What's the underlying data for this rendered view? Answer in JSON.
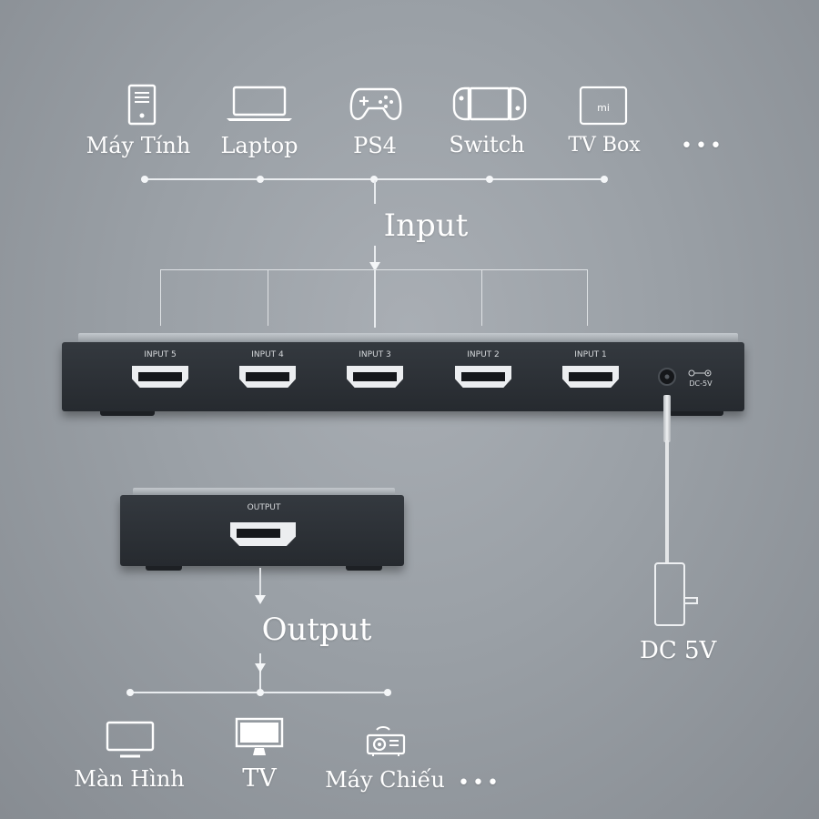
{
  "inputs": {
    "devices": [
      {
        "label": "Máy Tính",
        "icon": "desktop-tower-icon"
      },
      {
        "label": "Laptop",
        "icon": "laptop-icon"
      },
      {
        "label": "PS4",
        "icon": "gamepad-icon"
      },
      {
        "label": "Switch",
        "icon": "nintendo-switch-icon"
      },
      {
        "label": "TV Box",
        "icon": "tv-box-icon"
      }
    ],
    "more": "•••",
    "title": "Input"
  },
  "switch_box": {
    "ports": [
      "INPUT 5",
      "INPUT 4",
      "INPUT 3",
      "INPUT 2",
      "INPUT 1"
    ],
    "power_label": "DC-5V",
    "tvbox_logo": "mi"
  },
  "output_box": {
    "port": "OUTPUT"
  },
  "power": {
    "label": "DC 5V"
  },
  "outputs": {
    "title": "Output",
    "devices": [
      {
        "label": "Màn Hình",
        "icon": "monitor-icon"
      },
      {
        "label": "TV",
        "icon": "tv-icon"
      },
      {
        "label": "Máy Chiếu",
        "icon": "projector-icon"
      }
    ],
    "more": "•••"
  },
  "colors": {
    "background": "#9aa0a6",
    "device_body": "#2d3237",
    "line": "#e9ecef"
  }
}
